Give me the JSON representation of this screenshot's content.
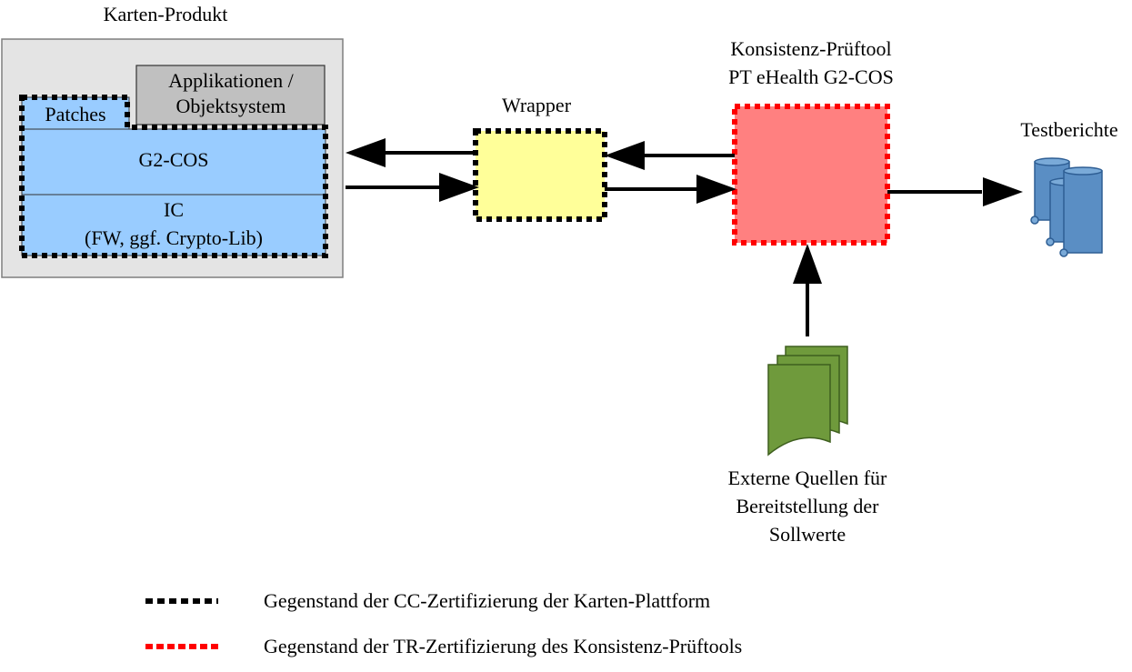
{
  "card_product": {
    "title": "Karten-Produkt",
    "applications_line1": "Applikationen /",
    "applications_line2": "Objektsystem",
    "patches": "Patches",
    "cos": "G2-COS",
    "ic_line1": "IC",
    "ic_line2": "(FW, ggf. Crypto-Lib)"
  },
  "wrapper": {
    "label": "Wrapper"
  },
  "pruftool": {
    "line1": "Konsistenz-Prüftool",
    "line2": "PT eHealth G2-COS"
  },
  "reports": {
    "label": "Testberichte"
  },
  "sources": {
    "line1": "Externe Quellen für",
    "line2": "Bereitstellung der",
    "line3": "Sollwerte"
  },
  "legend": [
    {
      "text": "Gegenstand der CC-Zertifizierung der Karten-Plattform",
      "color": "#000000"
    },
    {
      "text": "Gegenstand der TR-Zertifizierung des Konsistenz-Prüftools",
      "color": "#ff0000"
    }
  ],
  "colors": {
    "outer_box": "#e4e4e4",
    "apps_box": "#c0c0c0",
    "blue_box": "#99ccff",
    "wrapper_fill": "#ffff99",
    "pruftool_fill": "#ff8080",
    "report_blue": "#5a8ec4",
    "doc_green": "#6f9a3c"
  }
}
